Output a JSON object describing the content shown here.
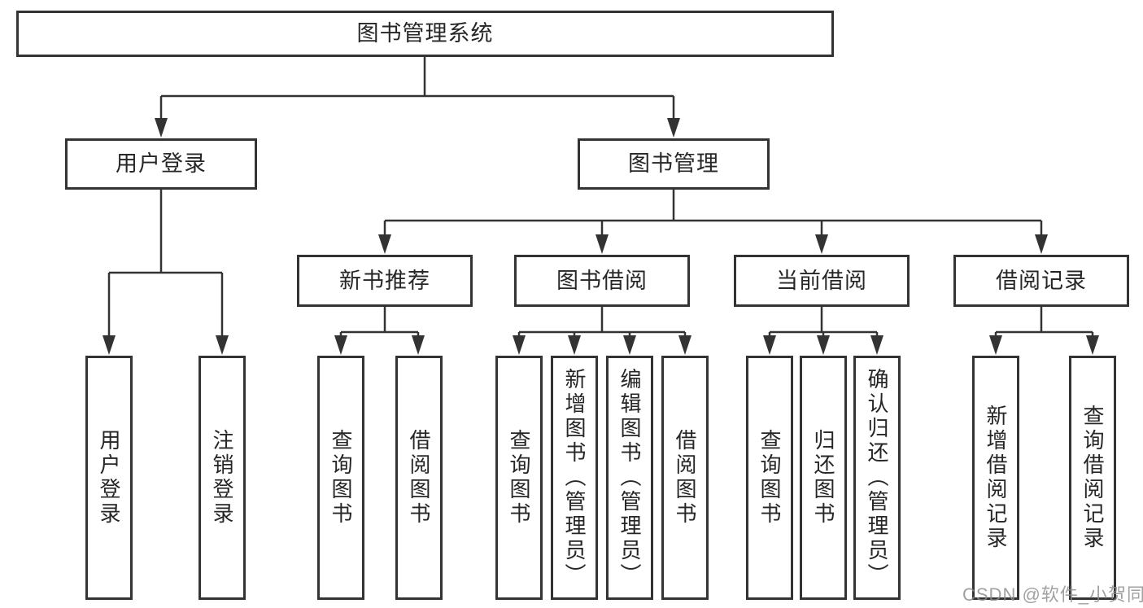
{
  "diagram": {
    "root": {
      "label": "图书管理系统"
    },
    "branches": [
      {
        "label": "用户登录",
        "children": [
          {
            "label": "用户登录"
          },
          {
            "label": "注销登录"
          }
        ]
      },
      {
        "label": "图书管理",
        "children": [
          {
            "label": "新书推荐",
            "children": [
              {
                "label": "查询图书"
              },
              {
                "label": "借阅图书"
              }
            ]
          },
          {
            "label": "图书借阅",
            "children": [
              {
                "label": "查询图书"
              },
              {
                "label": "新增图书（管理员）"
              },
              {
                "label": "编辑图书（管理员）"
              },
              {
                "label": "借阅图书"
              }
            ]
          },
          {
            "label": "当前借阅",
            "children": [
              {
                "label": "查询图书"
              },
              {
                "label": "归还图书"
              },
              {
                "label": "确认归还（管理员）"
              }
            ]
          },
          {
            "label": "借阅记录",
            "children": [
              {
                "label": "新增借阅记录"
              },
              {
                "label": "查询借阅记录"
              }
            ]
          }
        ]
      }
    ]
  },
  "watermark": {
    "text": "CSDN @软件_小贺同学"
  },
  "colors": {
    "line": "#333333",
    "box_border": "#333333",
    "text": "#262626",
    "watermark": "#8c8c8c",
    "background": "#ffffff"
  }
}
